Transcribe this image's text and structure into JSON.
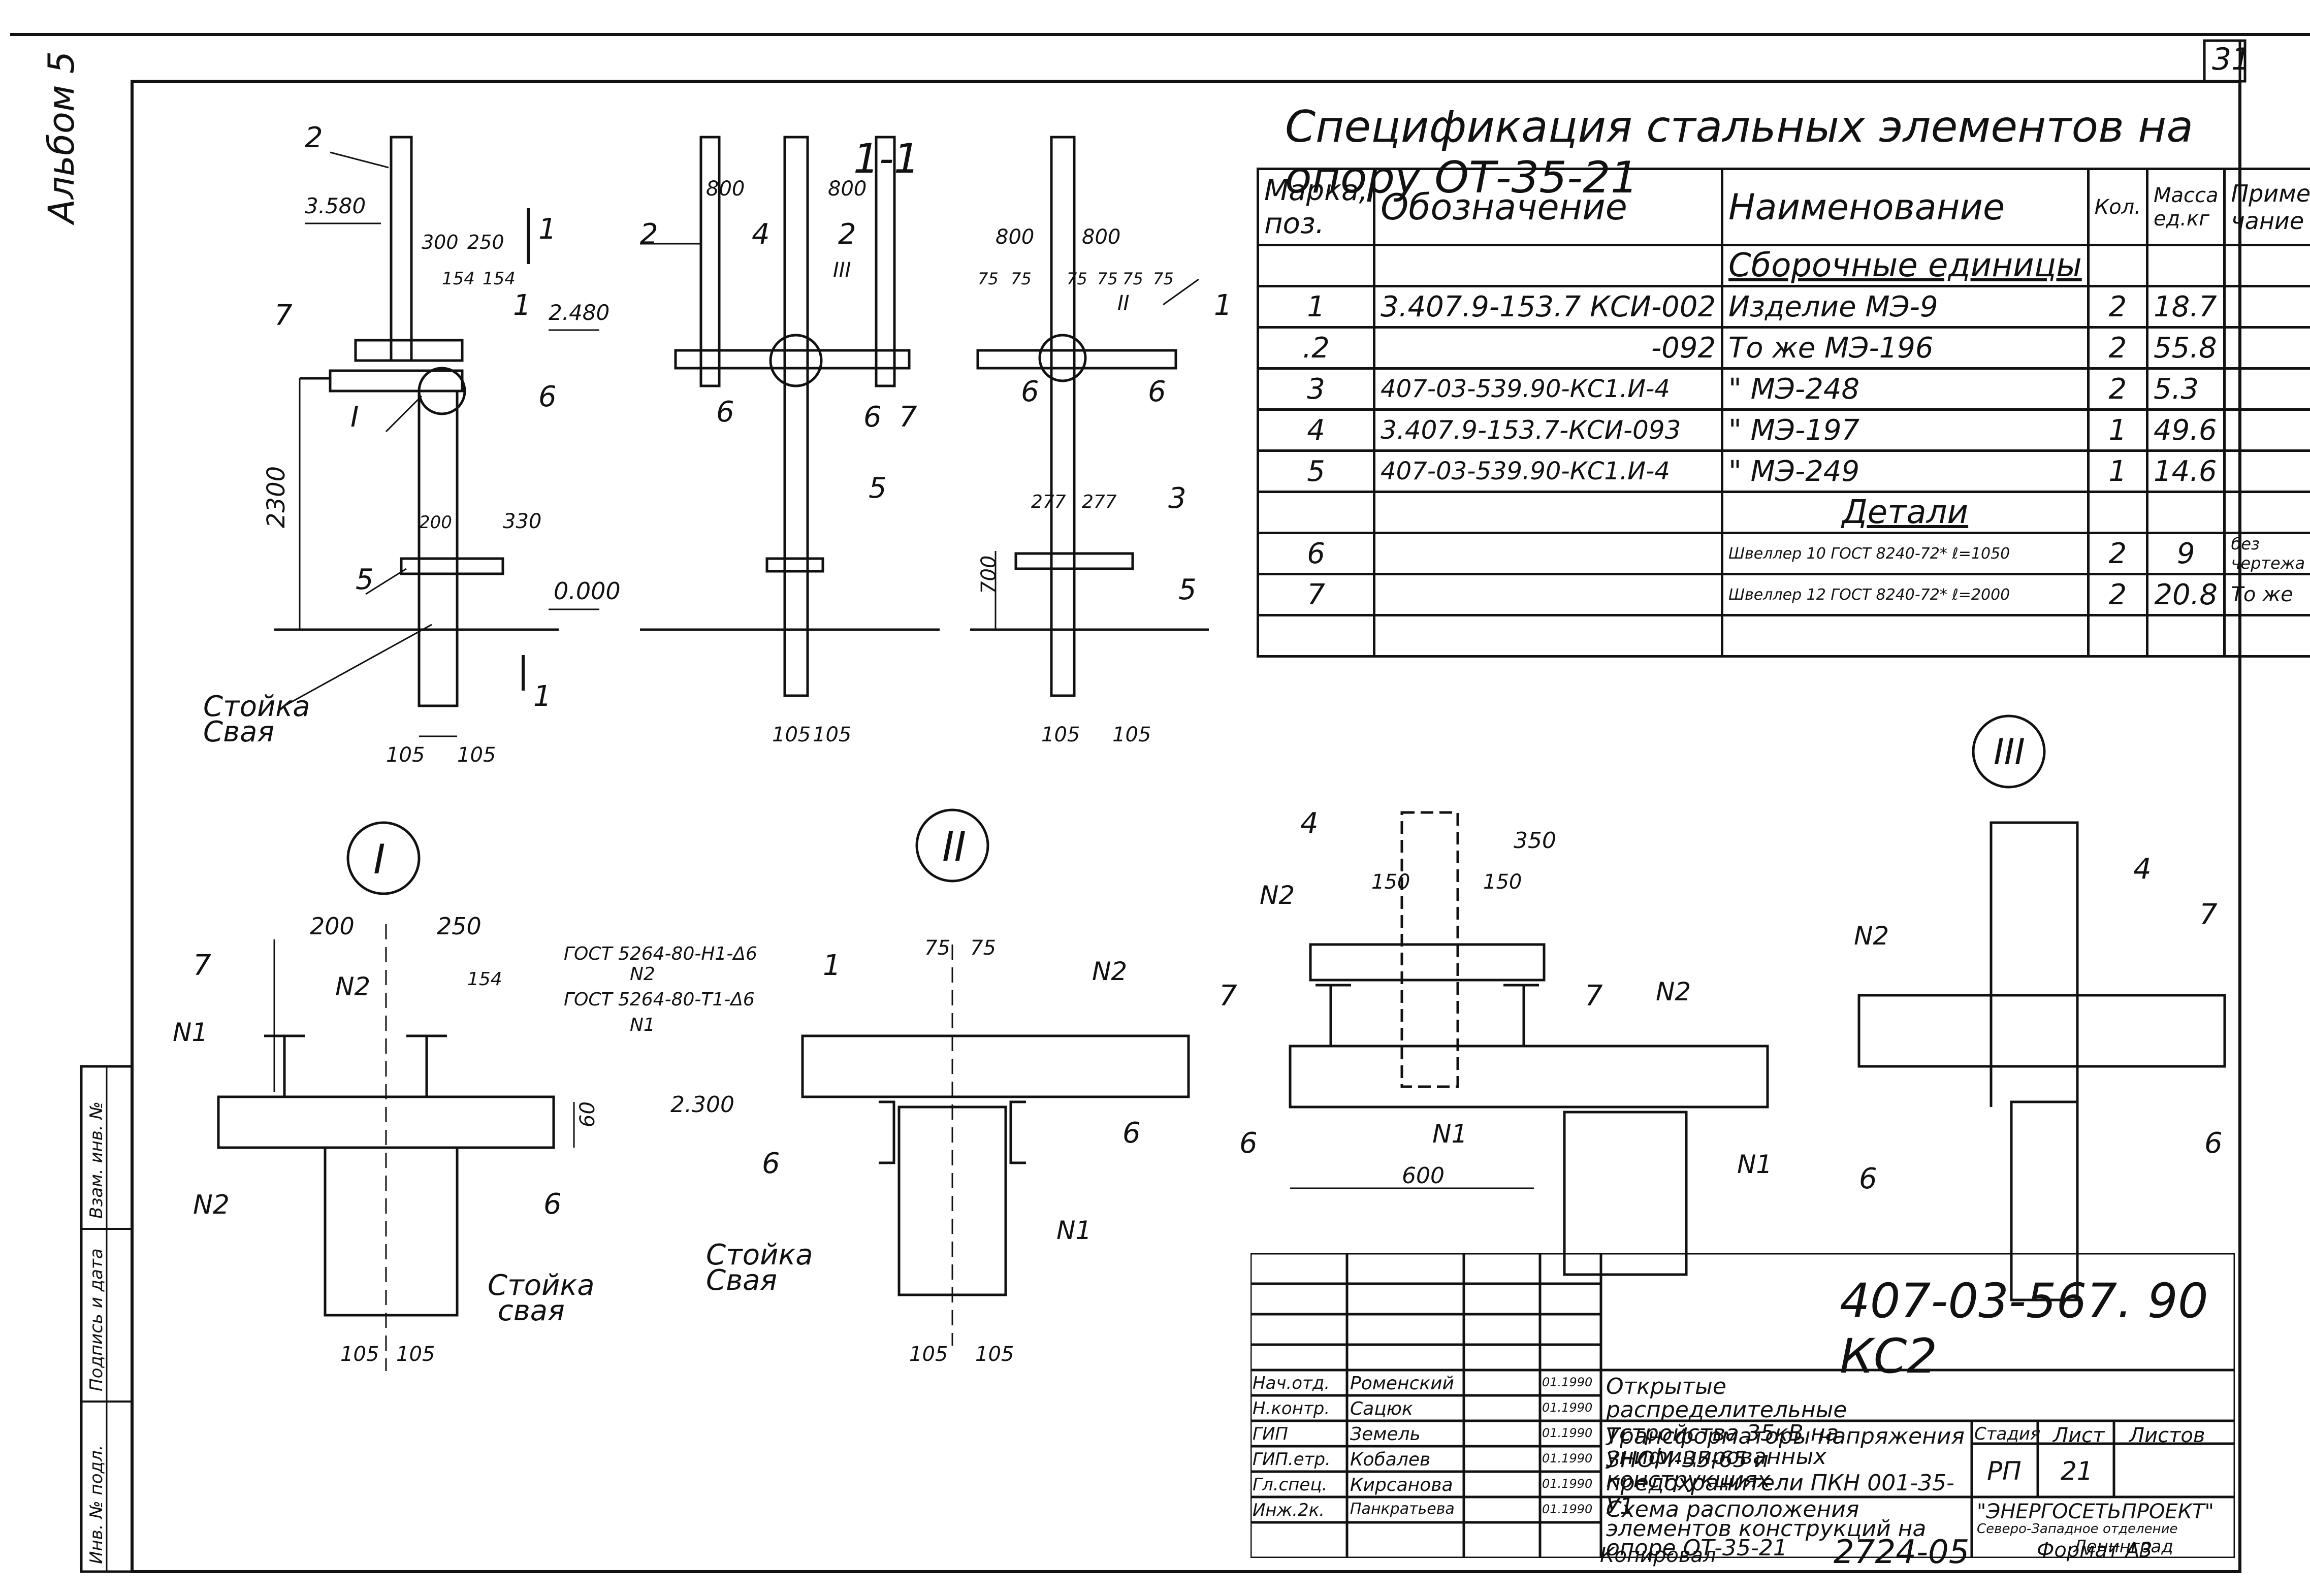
{
  "sheet": {
    "page_number": "31",
    "album": "Альбом 5",
    "document_code": "407-03-567. 90 КС2",
    "copied_by": "Копировал",
    "archive_number": "2724-05",
    "format": "Формат А3",
    "side_stamp": [
      "Инв. № подл.",
      "Подпись и дата",
      "Взам. инв. №"
    ]
  },
  "spec": {
    "title": "Спецификация стальных элементов на опору ОТ-35-21",
    "headers": [
      "Марка, поз.",
      "Обозначение",
      "Наименование",
      "Кол.",
      "Масса ед.кг",
      "Приме- чание"
    ],
    "section_assembly": "Сборочные единицы",
    "section_details": "Детали",
    "rows": [
      {
        "pos": "1",
        "designation": "3.407.9-153.7 КСИ-002",
        "name": "Изделие МЭ-9",
        "qty": "2",
        "mass": "18.7",
        "note": ""
      },
      {
        "pos": ".2",
        "designation": "-092",
        "name": "То же МЭ-196",
        "qty": "2",
        "mass": "55.8",
        "note": ""
      },
      {
        "pos": "3",
        "designation": "407-03-539.90-КС1.И-4",
        "name": "\"  МЭ-248",
        "qty": "2",
        "mass": "5.3",
        "note": ""
      },
      {
        "pos": "4",
        "designation": "3.407.9-153.7-КСИ-093",
        "name": "\"  МЭ-197",
        "qty": "1",
        "mass": "49.6",
        "note": ""
      },
      {
        "pos": "5",
        "designation": "407-03-539.90-КС1.И-4",
        "name": "\"  МЭ-249",
        "qty": "1",
        "mass": "14.6",
        "note": ""
      }
    ],
    "detail_rows": [
      {
        "pos": "6",
        "name": "Швеллер 10 ГОСТ 8240-72* ℓ=1050",
        "qty": "2",
        "mass": "9",
        "note": "без чертежа"
      },
      {
        "pos": "7",
        "name": "Швеллер 12 ГОСТ 8240-72* ℓ=2000",
        "qty": "2",
        "mass": "20.8",
        "note": "То же"
      }
    ]
  },
  "drawings": {
    "elev_left": {
      "d_3580": "3.580",
      "d_2480": "2.480",
      "d_2300": "2300",
      "d_0000": "0.000",
      "d_300": "300",
      "d_250": "250",
      "d_154a": "154",
      "d_154b": "154",
      "d_200": "200",
      "d_330": "330",
      "d_105a": "105",
      "d_105b": "105",
      "section": "1",
      "label_pile": "Стойка",
      "label_pile2": "Свая",
      "marks": [
        "2",
        "7",
        "1",
        "6",
        "5",
        "I"
      ]
    },
    "elev_mid": {
      "d_800a": "800",
      "d_800b": "800",
      "d_105a": "105",
      "d_105b": "105",
      "marks": [
        "2",
        "4",
        "2",
        "III",
        "6",
        "6",
        "7",
        "5"
      ]
    },
    "section_11": {
      "title": "1-1",
      "d_800a": "800",
      "d_800b": "800",
      "d_75": [
        "75",
        "75",
        "75",
        "75",
        "75",
        "75"
      ],
      "d_277a": "277",
      "d_277b": "277",
      "d_700": "700",
      "d_105a": "105",
      "d_105b": "105",
      "marks": [
        "1",
        "II",
        "6",
        "6",
        "3",
        "5"
      ]
    },
    "node_I": {
      "title": "I",
      "d_200": "200",
      "d_250": "250",
      "d_154": "154",
      "d_60": "60",
      "d_2300": "2.300",
      "d_105a": "105",
      "d_105b": "105",
      "gost1": "ГОСТ 5264-80-Н1-Δ6",
      "gost1_ref": "N2",
      "gost2": "ГОСТ 5264-80-Т1-Δ6",
      "gost2_ref": "N1",
      "label_pile": "Стойка",
      "label_pile2": "свая",
      "marks": [
        "7",
        "N1",
        "N2",
        "N2",
        "6"
      ]
    },
    "node_II": {
      "title": "II",
      "d_75a": "75",
      "d_75b": "75",
      "d_105a": "105",
      "d_105b": "105",
      "label_pile": "Стойка",
      "label_pile2": "Свая",
      "marks": [
        "1",
        "N2",
        "6",
        "6",
        "N1"
      ]
    },
    "node_III_front": {
      "d_350": "350",
      "d_150a": "150",
      "d_150b": "150",
      "d_600": "600",
      "marks": [
        "4",
        "N2",
        "7",
        "7",
        "N2",
        "6",
        "N1",
        "N1"
      ]
    },
    "node_III": {
      "title": "III",
      "marks": [
        "4",
        "N2",
        "7",
        "6",
        "6"
      ]
    }
  },
  "stamp": {
    "code": "407-03-567. 90 КС2",
    "title1": "Открытые распределительные устройства 35кВ на унифицированных конструкциях",
    "title2": "Трансформаторы напряжения ЗНОМ-35-65 и предохранители ПКН 001-35-У1",
    "title3": "Схема расположения элементов конструкций на опоре ОТ-35-21",
    "stage_label": "Стадия",
    "sheet_label": "Лист",
    "sheets_label": "Листов",
    "stage": "РП",
    "sheet": "21",
    "org1": "\"ЭНЕРГОСЕТЬПРОЕКТ\"",
    "org2": "Северо-Западное отделение",
    "org3": "Ленинград",
    "people": [
      {
        "role": "Нач.отд.",
        "name": "Роменский"
      },
      {
        "role": "Н.контр.",
        "name": "Сацюк"
      },
      {
        "role": "ГИП",
        "name": "Земель"
      },
      {
        "role": "ГИП.етр.",
        "name": "Кобалев"
      },
      {
        "role": "Гл.спец.",
        "name": "Кирсанова"
      },
      {
        "role": "Инж.2к.",
        "name": "Панкратьева"
      }
    ],
    "date": "01.1990"
  }
}
